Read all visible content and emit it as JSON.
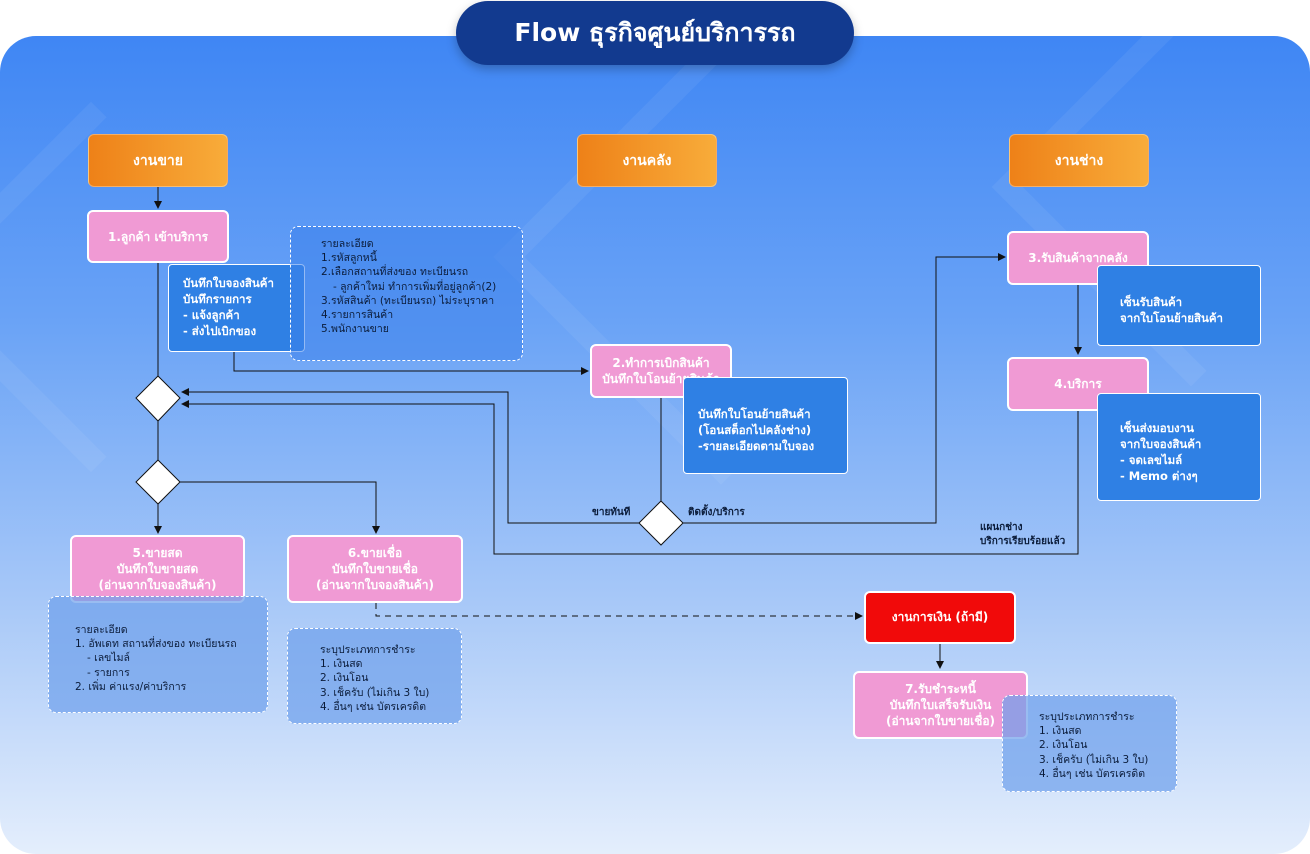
{
  "title": "Flow ธุรกิจศูนย์บริการรถ",
  "lanes": {
    "sales": "งานขาย",
    "warehouse": "งานคลัง",
    "technician": "งานช่าง"
  },
  "steps": {
    "s1": "1.ลูกค้า เข้าบริการ",
    "s2": [
      "2.ทำการเบิกสินค้า",
      "บันทึกใบโอนย้ายสินค้า"
    ],
    "s3": "3.รับสินค้าจากคลัง",
    "s4": "4.บริการ",
    "s5": [
      "5.ขายสด",
      "บันทึกใบขายสด",
      "(อ่านจากใบจองสินค้า)"
    ],
    "s6": [
      "6.ขายเชื่อ",
      "บันทึกใบขายเชื่อ",
      "(อ่านจากใบจองสินค้า)"
    ],
    "finance": "งานการเงิน (ถ้ามี)",
    "s7": [
      "7.รับชำระหนี้",
      "บันทึกใบเสร็จรับเงิน",
      "(อ่านจากใบขายเชื่อ)"
    ]
  },
  "info": {
    "booking": [
      "บันทึกใบจองสินค้า",
      "บันทึกรายการ",
      "-   แจ้งลูกค้า",
      "-   ส่งไปเบิกของ"
    ],
    "transfer": [
      "บันทึกใบโอนย้ายสินค้า",
      "(โอนสต็อกไปคลังช่าง)",
      "-รายละเอียดตามใบจอง"
    ],
    "receive": [
      "เซ็นรับสินค้า",
      "จากใบโอนย้ายสินค้า"
    ],
    "handover": [
      "เซ็นส่งมอบงาน",
      "จากใบจองสินค้า",
      "-   จดเลขไมล์",
      "-   Memo ต่างๆ"
    ]
  },
  "details": {
    "booking_detail": [
      "รายละเอียด",
      "1.รหัสลูกหนี้",
      "2.เลือกสถานที่ส่งของ ทะเบียนรถ",
      "- ลูกค้าใหม่ ทำการเพิ่มที่อยู่ลูกค้า(2)",
      "3.รหัสสินค้า (ทะเบียนรถ) ไม่ระบุราคา",
      "4.รายการสินค้า",
      "5.พนักงานขาย"
    ],
    "cash_detail": [
      "รายละเอียด",
      "1. อัพเดท สถานที่ส่งของ ทะเบียนรถ",
      "- เลขไมล์",
      "- รายการ",
      "2. เพิ่ม ค่าแรง/ค่าบริการ"
    ],
    "credit_payment": [
      "ระบุประเภทการชำระ",
      "1. เงินสด",
      "2. เงินโอน",
      "3. เช็ครับ (ไม่เกิน 3 ใบ)",
      "4. อื่นๆ เช่น บัตรเครดิต"
    ],
    "receipt_payment": [
      "ระบุประเภทการชำระ",
      "1. เงินสด",
      "2. เงินโอน",
      "3. เช็ครับ (ไม่เกิน 3 ใบ)",
      "4. อื่นๆ เช่น บัตรเครดิต"
    ]
  },
  "labels": {
    "sell_now": "ขายทันที",
    "install": "ติดตั้ง/บริการ",
    "tech_dept": "แผนกช่าง",
    "service_done": "บริการเรียบร้อยแล้ว"
  },
  "colors": {
    "title_bg": "#123a8f",
    "lane": "#f29a2e",
    "step": "#f09ad4",
    "info": "#2f80e4",
    "finance": "#f10a0a"
  }
}
